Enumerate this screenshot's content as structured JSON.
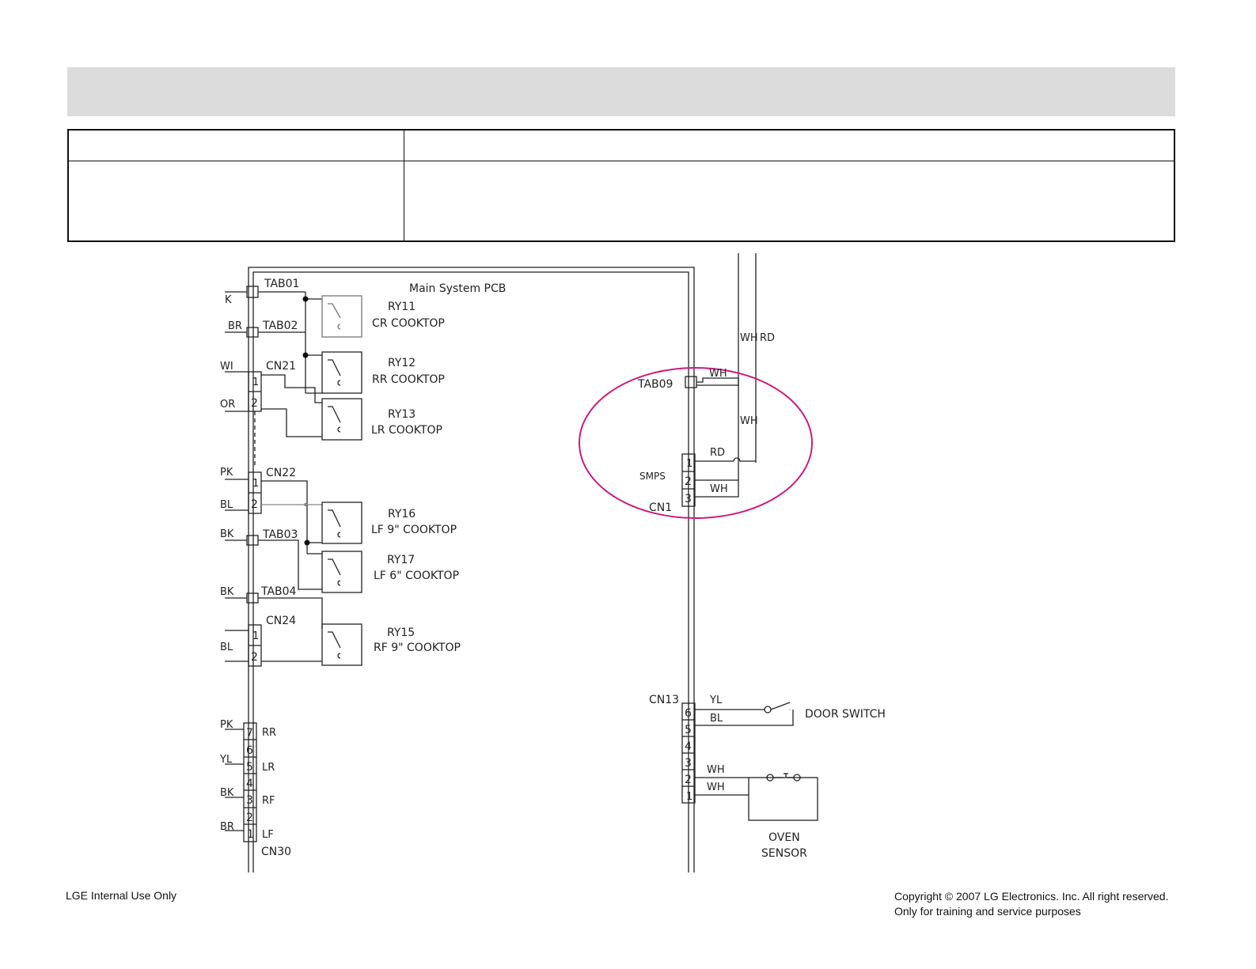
{
  "pcb": {
    "title": "Main System PCB"
  },
  "tabs": {
    "tab01": "TAB01",
    "tab02": "TAB02",
    "tab03": "TAB03",
    "tab04": "TAB04",
    "tab09": "TAB09"
  },
  "connectors": {
    "cn21": "CN21",
    "cn22": "CN22",
    "cn24": "CN24",
    "cn30": "CN30",
    "cn1": "CN1",
    "cn13": "CN13",
    "smps": "SMPS"
  },
  "relays": [
    {
      "id": "RY11",
      "label": "CR COOKTOP"
    },
    {
      "id": "RY12",
      "label": "RR COOKTOP"
    },
    {
      "id": "RY13",
      "label": "LR COOKTOP"
    },
    {
      "id": "RY16",
      "label": "LF 9\" COOKTOP"
    },
    {
      "id": "RY17",
      "label": "LF 6\" COOKTOP"
    },
    {
      "id": "RY15",
      "label": "RF 9\" COOKTOP"
    }
  ],
  "left_wires": [
    "K",
    "BR",
    "WI",
    "OR",
    "PK",
    "BL",
    "BK",
    "BK",
    "BL",
    "PK",
    "YL",
    "BK",
    "BR"
  ],
  "cn30_pins": [
    "7",
    "6",
    "5",
    "4",
    "3",
    "2",
    "1"
  ],
  "cn30_labels": [
    "RR",
    "LR",
    "RF",
    "LF"
  ],
  "cn1_pins": [
    "1",
    "2",
    "3"
  ],
  "cn13_pins": [
    "6",
    "5",
    "4",
    "3",
    "2",
    "1"
  ],
  "two_pins": [
    "1",
    "2"
  ],
  "wire_colors": {
    "wh": "WH",
    "rd": "RD",
    "yl": "YL",
    "bl": "BL"
  },
  "components": {
    "door_switch": "DOOR SWITCH",
    "oven": "OVEN",
    "sensor": "SENSOR"
  },
  "highlight_color": "#cc1a7a",
  "footer": {
    "left": "LGE Internal Use Only",
    "right_line1": "Copyright © 2007 LG Electronics. Inc. All right reserved.",
    "right_line2": "Only for training and service purposes"
  }
}
